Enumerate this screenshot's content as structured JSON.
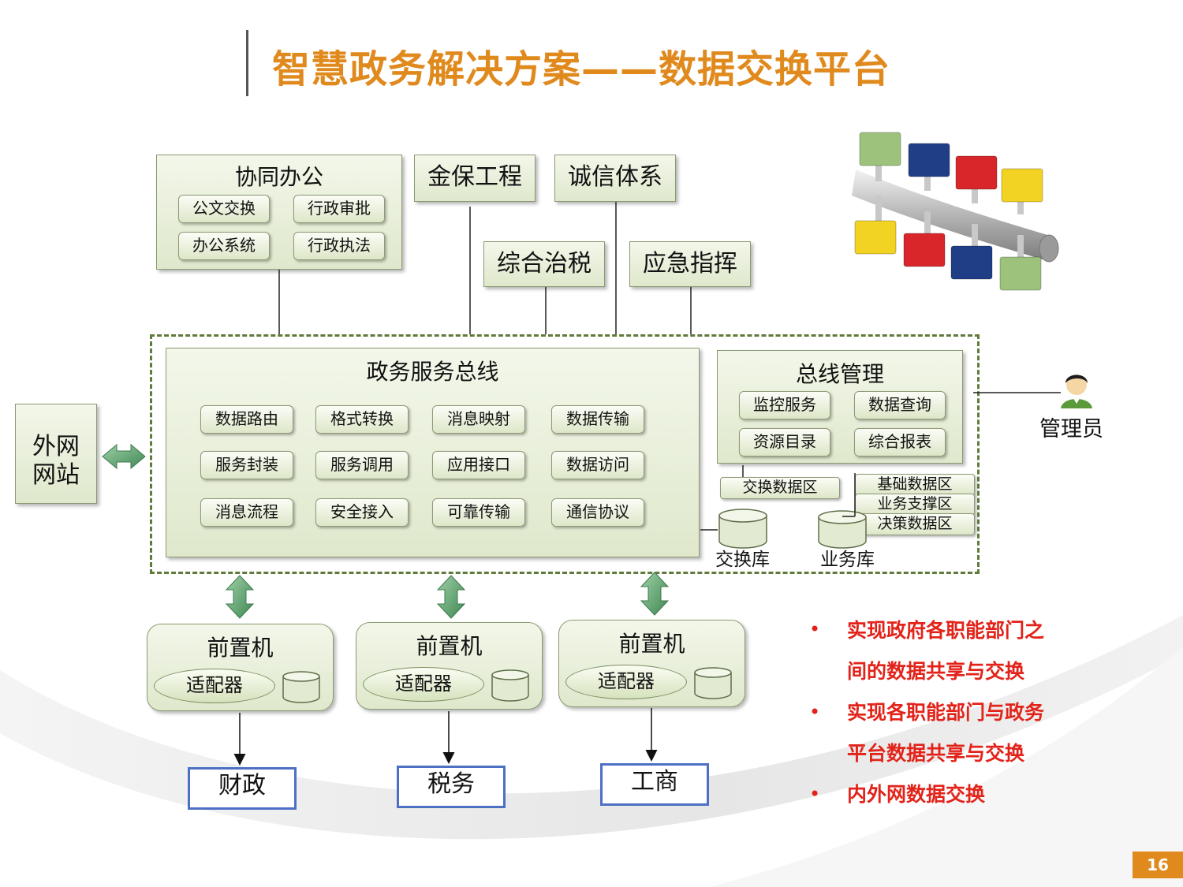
{
  "title": "智慧政务解决方案——数据交换平台",
  "page_number": "16",
  "office": {
    "title": "协同办公",
    "items": [
      "公文交换",
      "行政审批",
      "办公系统",
      "行政执法"
    ]
  },
  "systems": [
    "金保工程",
    "诚信体系",
    "综合治税",
    "应急指挥"
  ],
  "extranet": {
    "line1": "外网",
    "line2": "网站"
  },
  "service_bus": {
    "title": "政务服务总线",
    "rows": [
      [
        "数据路由",
        "格式转换",
        "消息映射",
        "数据传输"
      ],
      [
        "服务封装",
        "服务调用",
        "应用接口",
        "数据访问"
      ],
      [
        "消息流程",
        "安全接入",
        "可靠传输",
        "通信协议"
      ]
    ]
  },
  "bus_management": {
    "title": "总线管理",
    "items": [
      "监控服务",
      "数据查询",
      "资源目录",
      "综合报表"
    ]
  },
  "exchange_area": "交换数据区",
  "business_areas": [
    "基础数据区",
    "业务支撑区",
    "决策数据区"
  ],
  "exchange_db": "交换库",
  "business_db": "业务库",
  "admin": "管理员",
  "front_machines": [
    {
      "title": "前置机",
      "adapter": "适配器",
      "target": "财政"
    },
    {
      "title": "前置机",
      "adapter": "适配器",
      "target": "税务"
    },
    {
      "title": "前置机",
      "adapter": "适配器",
      "target": "工商"
    }
  ],
  "bullets": [
    {
      "line1": "实现政府各职能部门之",
      "line2": "间的数据共享与交换"
    },
    {
      "line1": "实现各职能部门与政务",
      "line2": "平台数据共享与交换"
    },
    {
      "line1": "内外网数据交换",
      "line2": ""
    }
  ],
  "colors": {
    "title": "#e08a1e",
    "bullet": "#e2231a",
    "box_border": "#8a9a72",
    "dest_border": "#4d6fc4",
    "arrow": "#5a9b6a"
  },
  "icons": [
    "lego-pipe-illustration",
    "admin-person-icon",
    "database-icon",
    "double-arrow-icon"
  ]
}
